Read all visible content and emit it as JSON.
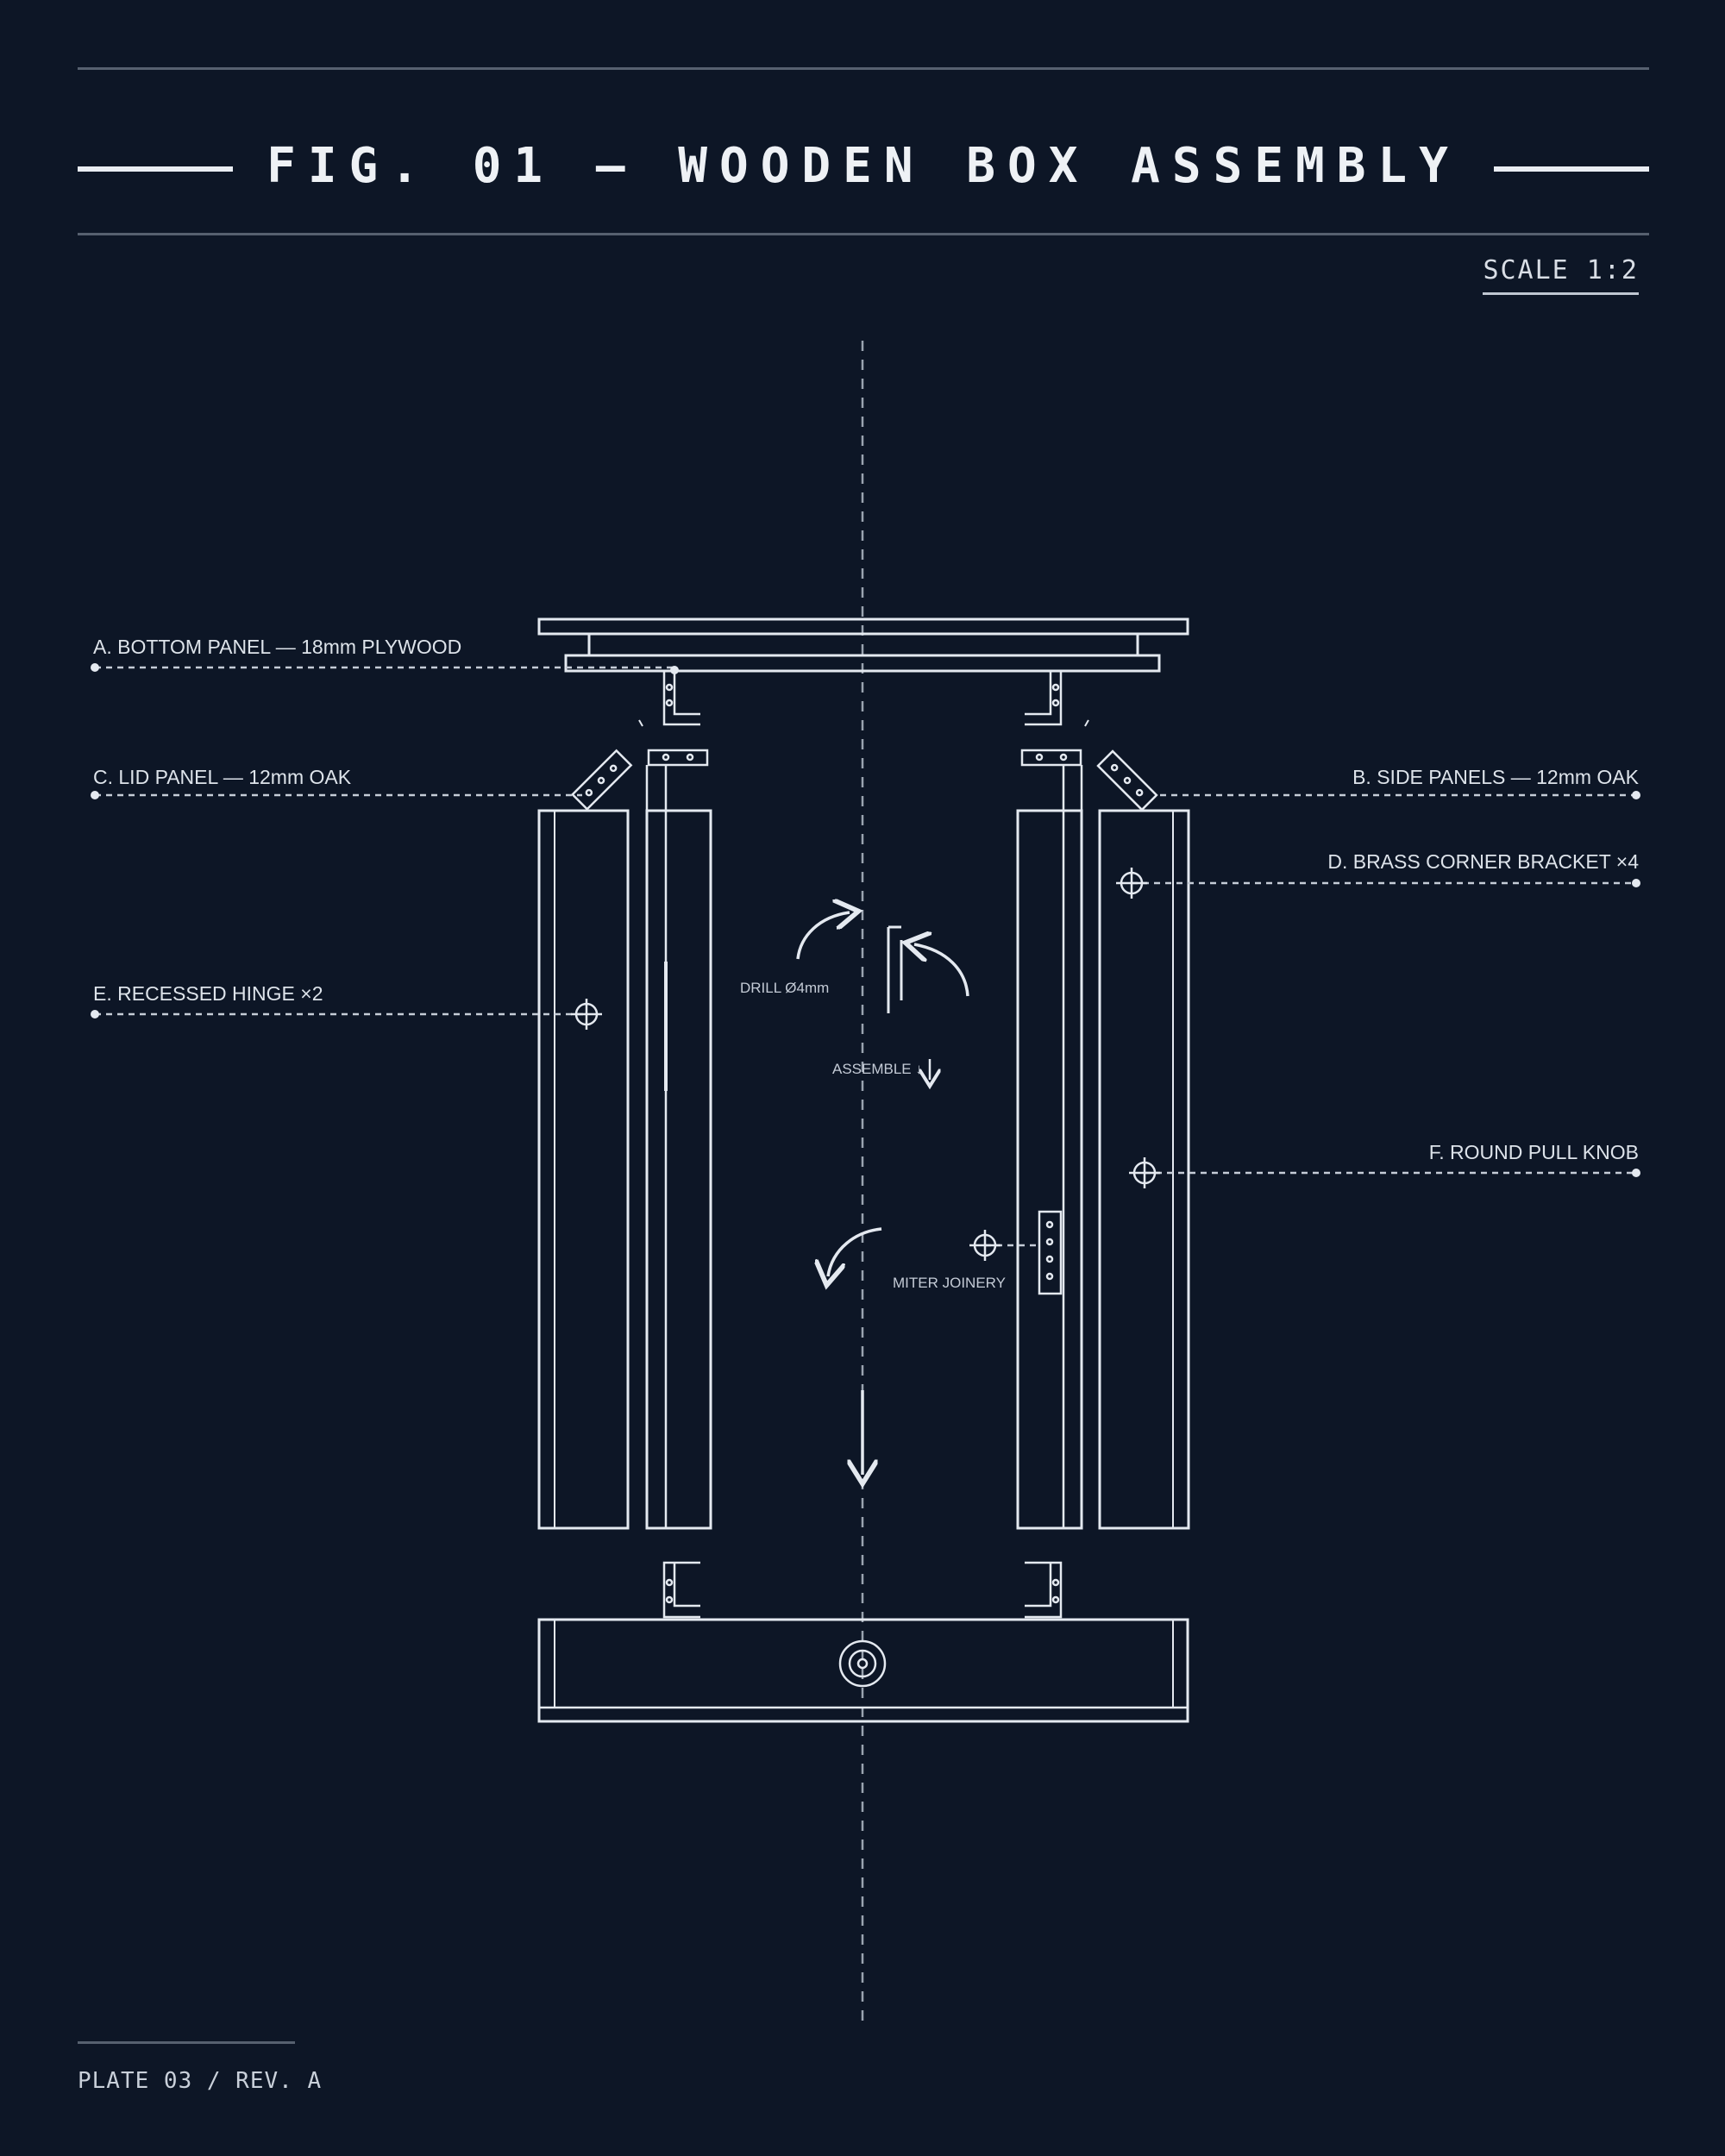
{
  "header": {
    "title": "FIG. 01 — WOODEN BOX ASSEMBLY",
    "scale": "SCALE 1:2"
  },
  "callouts": {
    "a": "A. BOTTOM PANEL — 18mm PLYWOOD",
    "b": "B. SIDE PANELS — 12mm OAK",
    "c": "C. LID PANEL — 12mm OAK",
    "d": "D. BRASS CORNER BRACKET ×4",
    "e": "E. RECESSED HINGE ×2",
    "f": "F. ROUND PULL KNOB"
  },
  "notes": {
    "drill": "DRILL Ø4mm",
    "assemble": "ASSEMBLE ↓",
    "miter": "MITER JOINERY"
  },
  "footer": {
    "plate": "PLATE 03 / REV. A"
  },
  "colors": {
    "background": "#0d1626",
    "line": "#e4e9f0",
    "rule": "#56606f"
  }
}
